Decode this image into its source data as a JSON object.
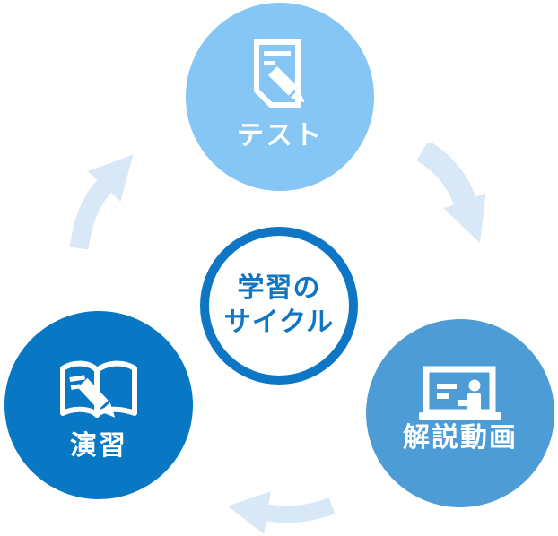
{
  "diagram": {
    "center": {
      "title_line1": "学習の",
      "title_line2": "サイクル",
      "border_color": "#0E76C4",
      "bg_color": "#FFFFFF",
      "text_color": "#0E76C4"
    },
    "nodes": [
      {
        "id": "test",
        "label": "テスト",
        "icon": "document-pen-icon",
        "color": "#85C6F5",
        "text_color": "#FFFFFF",
        "position": "top"
      },
      {
        "id": "video",
        "label": "解説動画",
        "icon": "screen-presenter-icon",
        "color": "#4D9CD6",
        "text_color": "#FFFFFF",
        "position": "bottom-right"
      },
      {
        "id": "practice",
        "label": "演習",
        "icon": "open-book-pen-icon",
        "color": "#0878C4",
        "text_color": "#FFFFFF",
        "position": "bottom-left"
      }
    ],
    "flow": [
      {
        "from": "test",
        "to": "video",
        "side": "right"
      },
      {
        "from": "video",
        "to": "practice",
        "side": "bottom"
      },
      {
        "from": "practice",
        "to": "test",
        "side": "left"
      }
    ],
    "arrow_color": "#D9E8F6"
  }
}
